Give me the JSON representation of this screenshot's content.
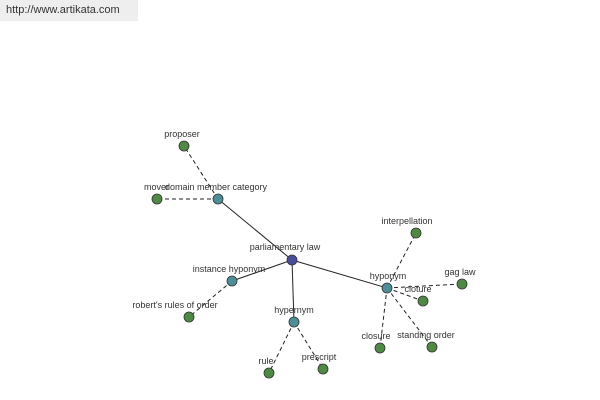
{
  "header": {
    "url": "http://www.artikata.com"
  },
  "colors": {
    "center": "#4a4e9a",
    "category": "#4e8e98",
    "leaf": "#4f8a45"
  },
  "graph": {
    "nodes": [
      {
        "id": "parliamentary-law",
        "label": "parliamentary law",
        "kind": "center"
      },
      {
        "id": "domain-member-category",
        "label": "domain member category",
        "kind": "category"
      },
      {
        "id": "proposer",
        "label": "proposer",
        "kind": "leaf"
      },
      {
        "id": "mover",
        "label": "mover",
        "kind": "leaf"
      },
      {
        "id": "instance-hyponym",
        "label": "instance hyponym",
        "kind": "category"
      },
      {
        "id": "roberts-rules-of-order",
        "label": "robert's rules of order",
        "kind": "leaf"
      },
      {
        "id": "hypernym",
        "label": "hypernym",
        "kind": "category"
      },
      {
        "id": "rule",
        "label": "rule",
        "kind": "leaf"
      },
      {
        "id": "prescript",
        "label": "prescript",
        "kind": "leaf"
      },
      {
        "id": "hyponym",
        "label": "hyponym",
        "kind": "category"
      },
      {
        "id": "interpellation",
        "label": "interpellation",
        "kind": "leaf"
      },
      {
        "id": "gag-law",
        "label": "gag law",
        "kind": "leaf"
      },
      {
        "id": "cloture",
        "label": "cloture",
        "kind": "leaf"
      },
      {
        "id": "closure",
        "label": "closure",
        "kind": "leaf"
      },
      {
        "id": "standing-order",
        "label": "standing order",
        "kind": "leaf"
      }
    ],
    "edges": [
      {
        "from": "parliamentary-law",
        "to": "domain-member-category",
        "style": "solid"
      },
      {
        "from": "parliamentary-law",
        "to": "instance-hyponym",
        "style": "solid"
      },
      {
        "from": "parliamentary-law",
        "to": "hypernym",
        "style": "solid"
      },
      {
        "from": "parliamentary-law",
        "to": "hyponym",
        "style": "solid"
      },
      {
        "from": "domain-member-category",
        "to": "proposer",
        "style": "dashed"
      },
      {
        "from": "domain-member-category",
        "to": "mover",
        "style": "dashed"
      },
      {
        "from": "instance-hyponym",
        "to": "roberts-rules-of-order",
        "style": "dashed"
      },
      {
        "from": "hypernym",
        "to": "rule",
        "style": "dashed"
      },
      {
        "from": "hypernym",
        "to": "prescript",
        "style": "dashed"
      },
      {
        "from": "hyponym",
        "to": "interpellation",
        "style": "dashed"
      },
      {
        "from": "hyponym",
        "to": "gag-law",
        "style": "dashed"
      },
      {
        "from": "hyponym",
        "to": "cloture",
        "style": "dashed"
      },
      {
        "from": "hyponym",
        "to": "closure",
        "style": "dashed"
      },
      {
        "from": "hyponym",
        "to": "standing-order",
        "style": "dashed"
      }
    ]
  }
}
